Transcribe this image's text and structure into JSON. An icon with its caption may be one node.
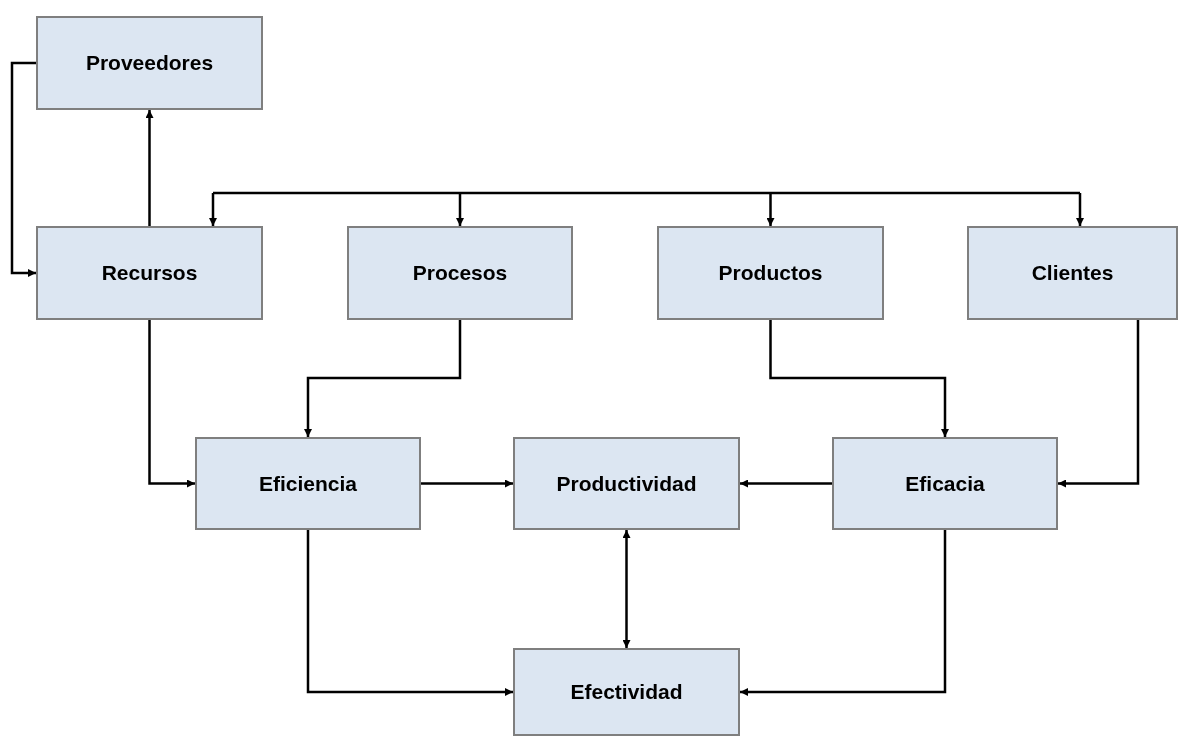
{
  "diagram": {
    "nodes": [
      {
        "text": [
          "Proveedores"
        ]
      },
      {
        "text": [
          "Recursos"
        ]
      },
      {
        "text": [
          "Procesos"
        ]
      },
      {
        "text": [
          "Productos"
        ]
      },
      {
        "text": [
          "Clientes"
        ]
      },
      {
        "text": [
          "Eficiencia"
        ]
      },
      {
        "text": [
          "Productividad"
        ]
      },
      {
        "text": [
          "Eficacia"
        ]
      },
      {
        "text": [
          "Efectividad"
        ]
      }
    ],
    "edges": [
      {
        "from": 0,
        "to": 1,
        "arrow": "to"
      },
      {
        "from": 1,
        "to": 0,
        "arrow": "to"
      },
      {
        "from": null,
        "to": 1,
        "arrow": "to"
      },
      {
        "from": null,
        "to": 2,
        "arrow": "to"
      },
      {
        "from": null,
        "to": 3,
        "arrow": "to"
      },
      {
        "from": null,
        "to": 4,
        "arrow": "to"
      },
      {
        "from": 1,
        "to": 5,
        "arrow": "to"
      },
      {
        "from": 2,
        "to": 5,
        "arrow": "to"
      },
      {
        "from": 3,
        "to": 7,
        "arrow": "to"
      },
      {
        "from": 4,
        "to": 7,
        "arrow": "to"
      },
      {
        "from": 5,
        "to": 6,
        "arrow": "to"
      },
      {
        "from": 7,
        "to": 6,
        "arrow": "to"
      },
      {
        "from": 6,
        "to": 8,
        "arrow": "both"
      },
      {
        "from": 5,
        "to": 8,
        "arrow": "to"
      },
      {
        "from": 7,
        "to": 8,
        "arrow": "to"
      }
    ]
  }
}
